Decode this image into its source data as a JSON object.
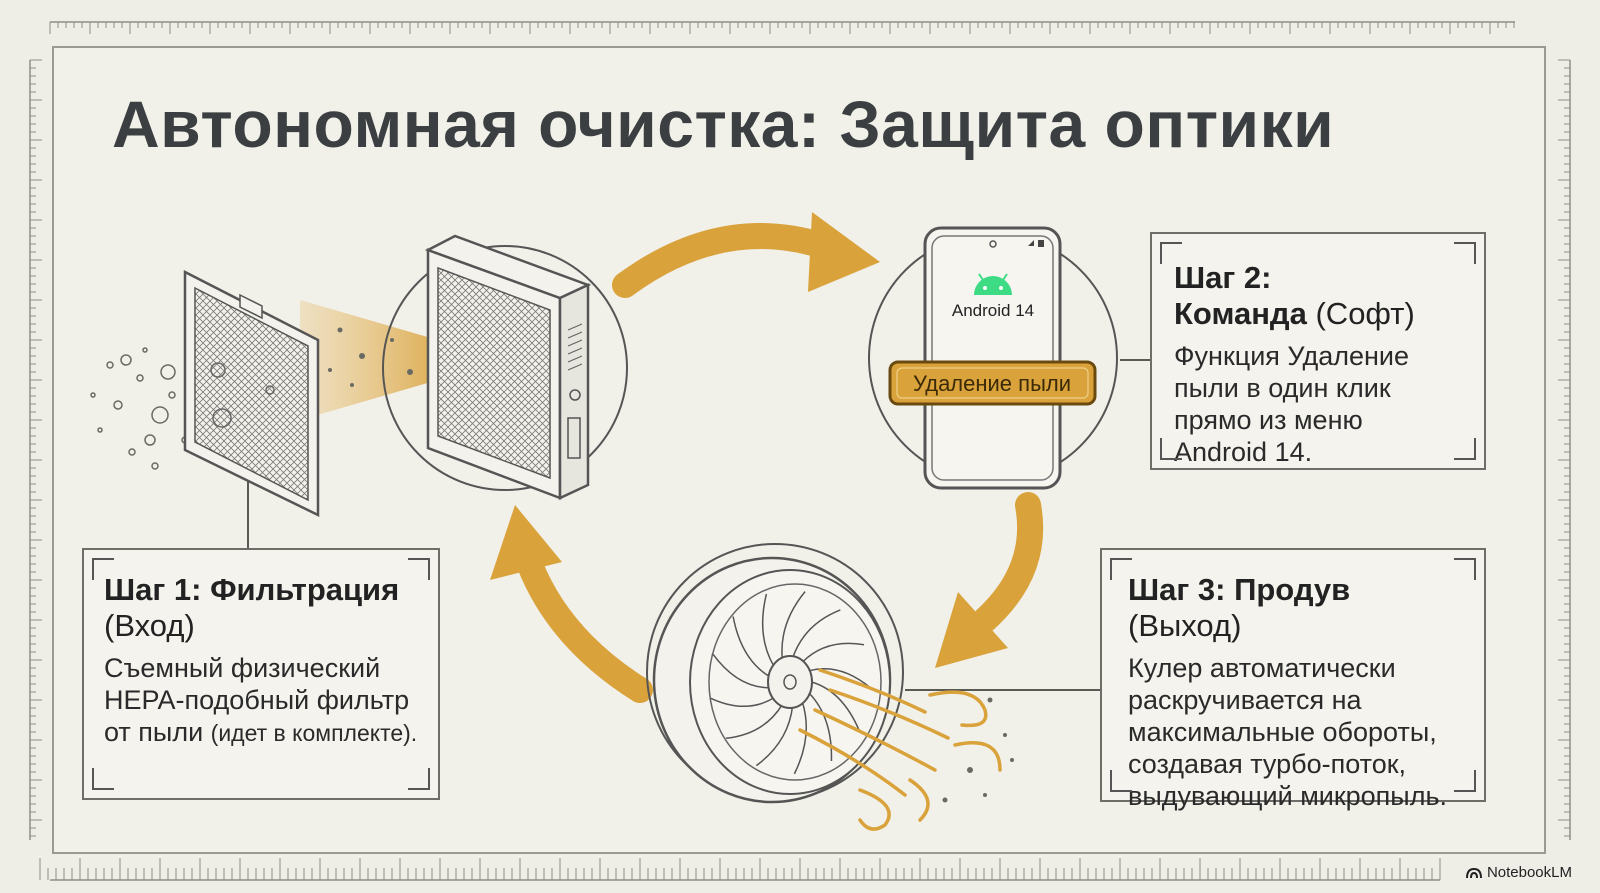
{
  "title": "Автономная очистка: Защита оптики",
  "phone": {
    "os_label": "Android 14",
    "button_label": "Удаление пыли"
  },
  "step1": {
    "title": "Шаг 1: Фильтрация",
    "subtitle": "(Вход)",
    "body": "Съемный физический HEPA-подобный фильтр от пыли",
    "body_note": "(идет в комплекте)."
  },
  "step2": {
    "title_prefix": "Шаг 2:",
    "title": "Команда",
    "subtitle": "(Софт)",
    "body": "Функция Удаление пыли в один клик прямо из меню Android 14."
  },
  "step3": {
    "title": "Шаг 3: Продув",
    "subtitle": "(Выход)",
    "body": "Кулер автоматически раскручивается на максимальные обороты, создавая турбо-поток, выдувающий микропыль."
  },
  "brand": {
    "label": "NotebookLM",
    "icon": "notebooklm-logo-icon"
  },
  "colors": {
    "accent": "#d9a23a",
    "accent_dark": "#b9821c",
    "line": "#5a5a55",
    "background": "#efeee6"
  }
}
